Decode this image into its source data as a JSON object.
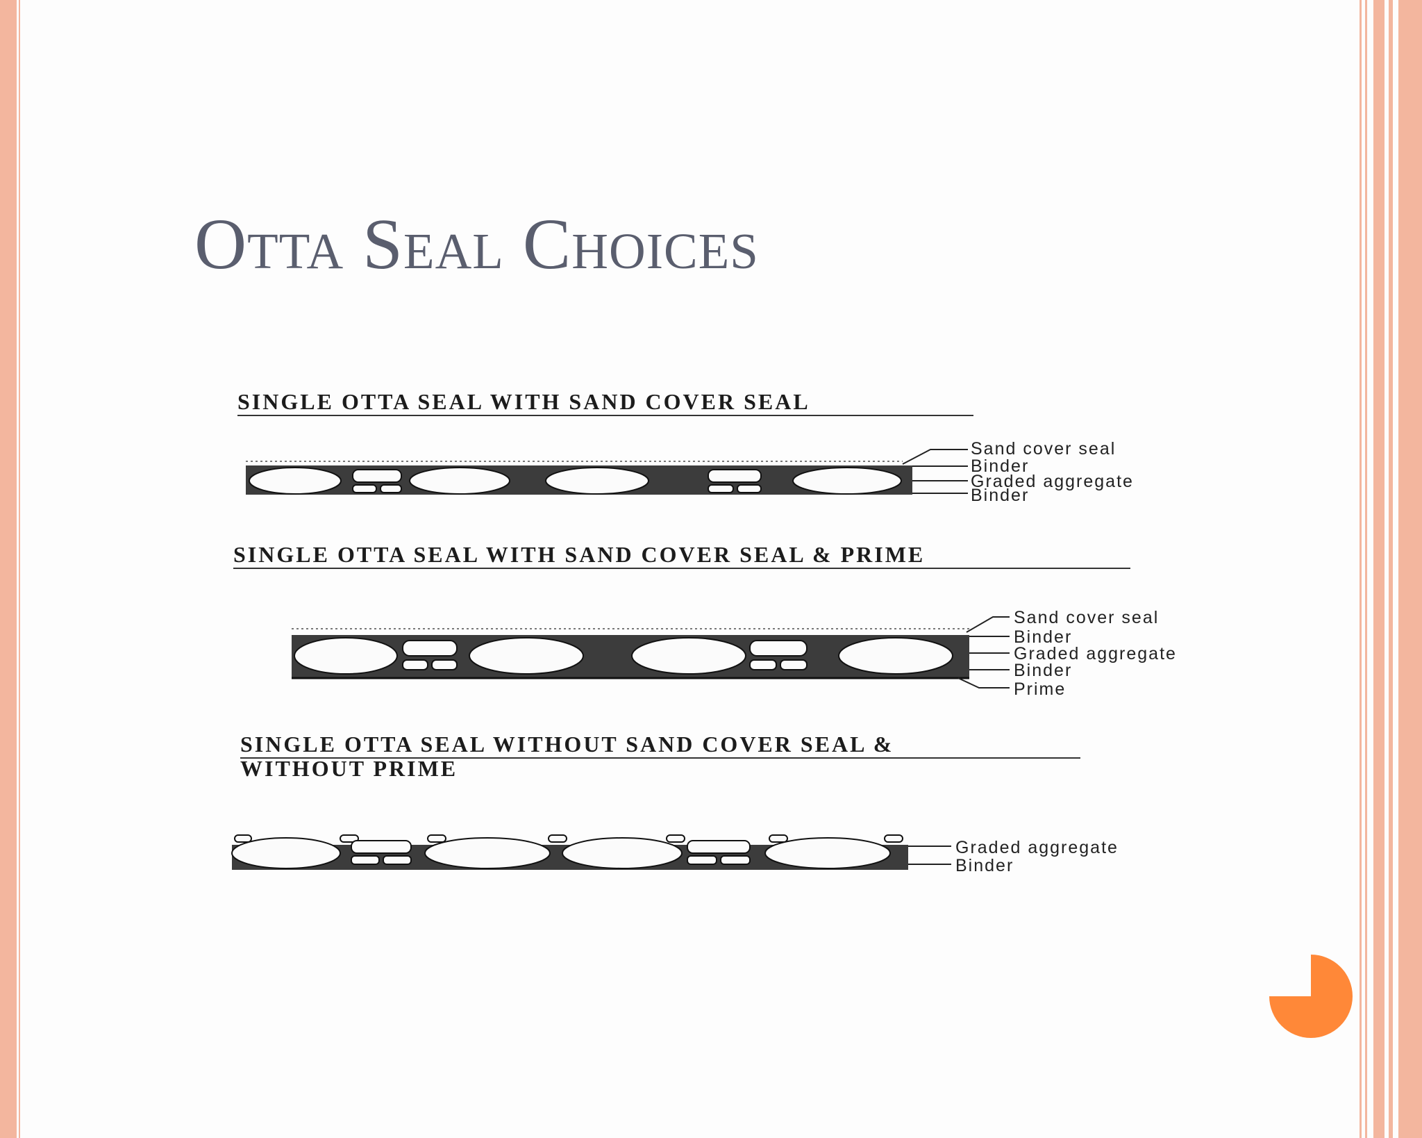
{
  "slide": {
    "title": "Otta Seal Choices",
    "accent_color": "#f3b69e",
    "badge_color": "#ff8838"
  },
  "diagrams": [
    {
      "heading": "SINGLE OTTA SEAL WITH SAND COVER SEAL",
      "labels": [
        "Sand cover seal",
        "Binder",
        "Graded aggregate",
        "Binder"
      ]
    },
    {
      "heading": "SINGLE OTTA SEAL WITH SAND COVER SEAL & PRIME",
      "labels": [
        "Sand cover seal",
        "Binder",
        "Graded aggregate",
        "Binder",
        "Prime"
      ]
    },
    {
      "heading_line1": "SINGLE OTTA SEAL WITHOUT SAND COVER SEAL &",
      "heading_line2": "WITHOUT PRIME",
      "labels": [
        "Graded aggregate",
        "Binder"
      ]
    }
  ]
}
